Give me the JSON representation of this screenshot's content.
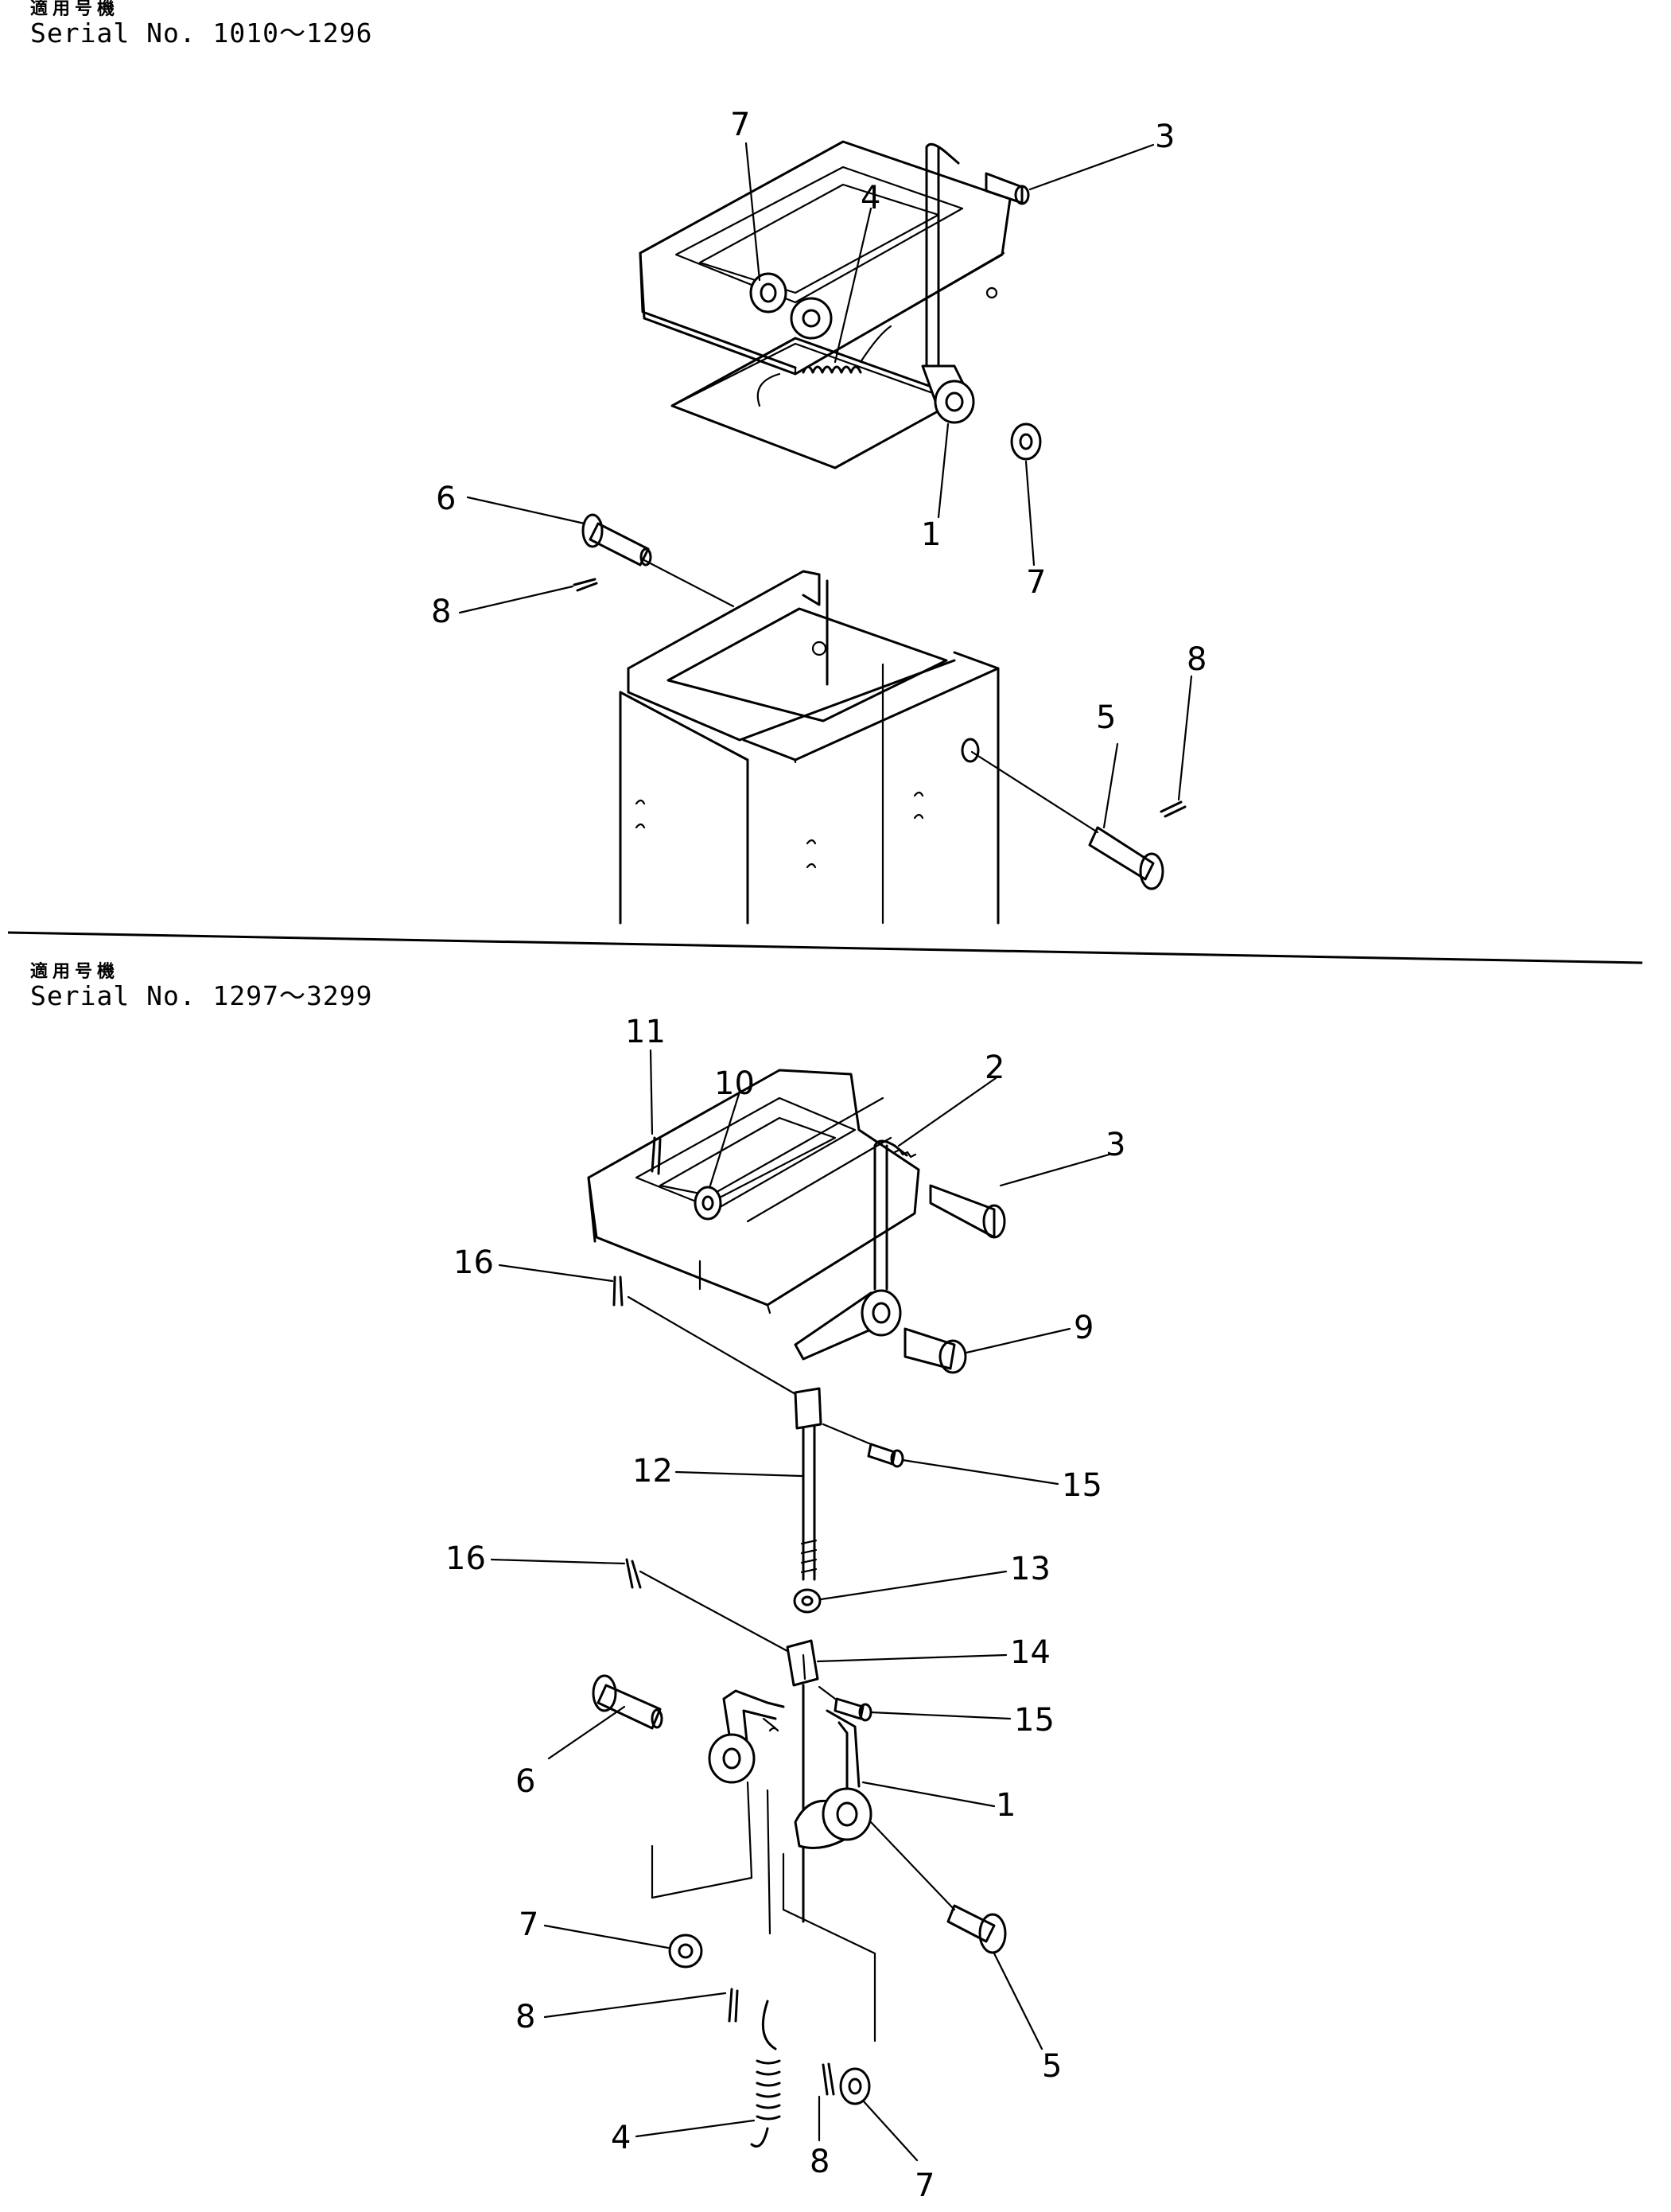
{
  "top_section": {
    "applicable_label": "適用号機",
    "serial": "Serial  No. 1010〜1296",
    "callouts": [
      "7",
      "4",
      "3",
      "6",
      "8",
      "1",
      "7",
      "8",
      "5"
    ]
  },
  "bottom_section": {
    "applicable_label": "適用号機",
    "serial": "Serial  No. 1297〜3299",
    "callouts": [
      "11",
      "10",
      "2",
      "3",
      "16",
      "9",
      "15",
      "12",
      "16",
      "13",
      "14",
      "15",
      "6",
      "1",
      "7",
      "8",
      "5",
      "4",
      "8",
      "7"
    ]
  }
}
